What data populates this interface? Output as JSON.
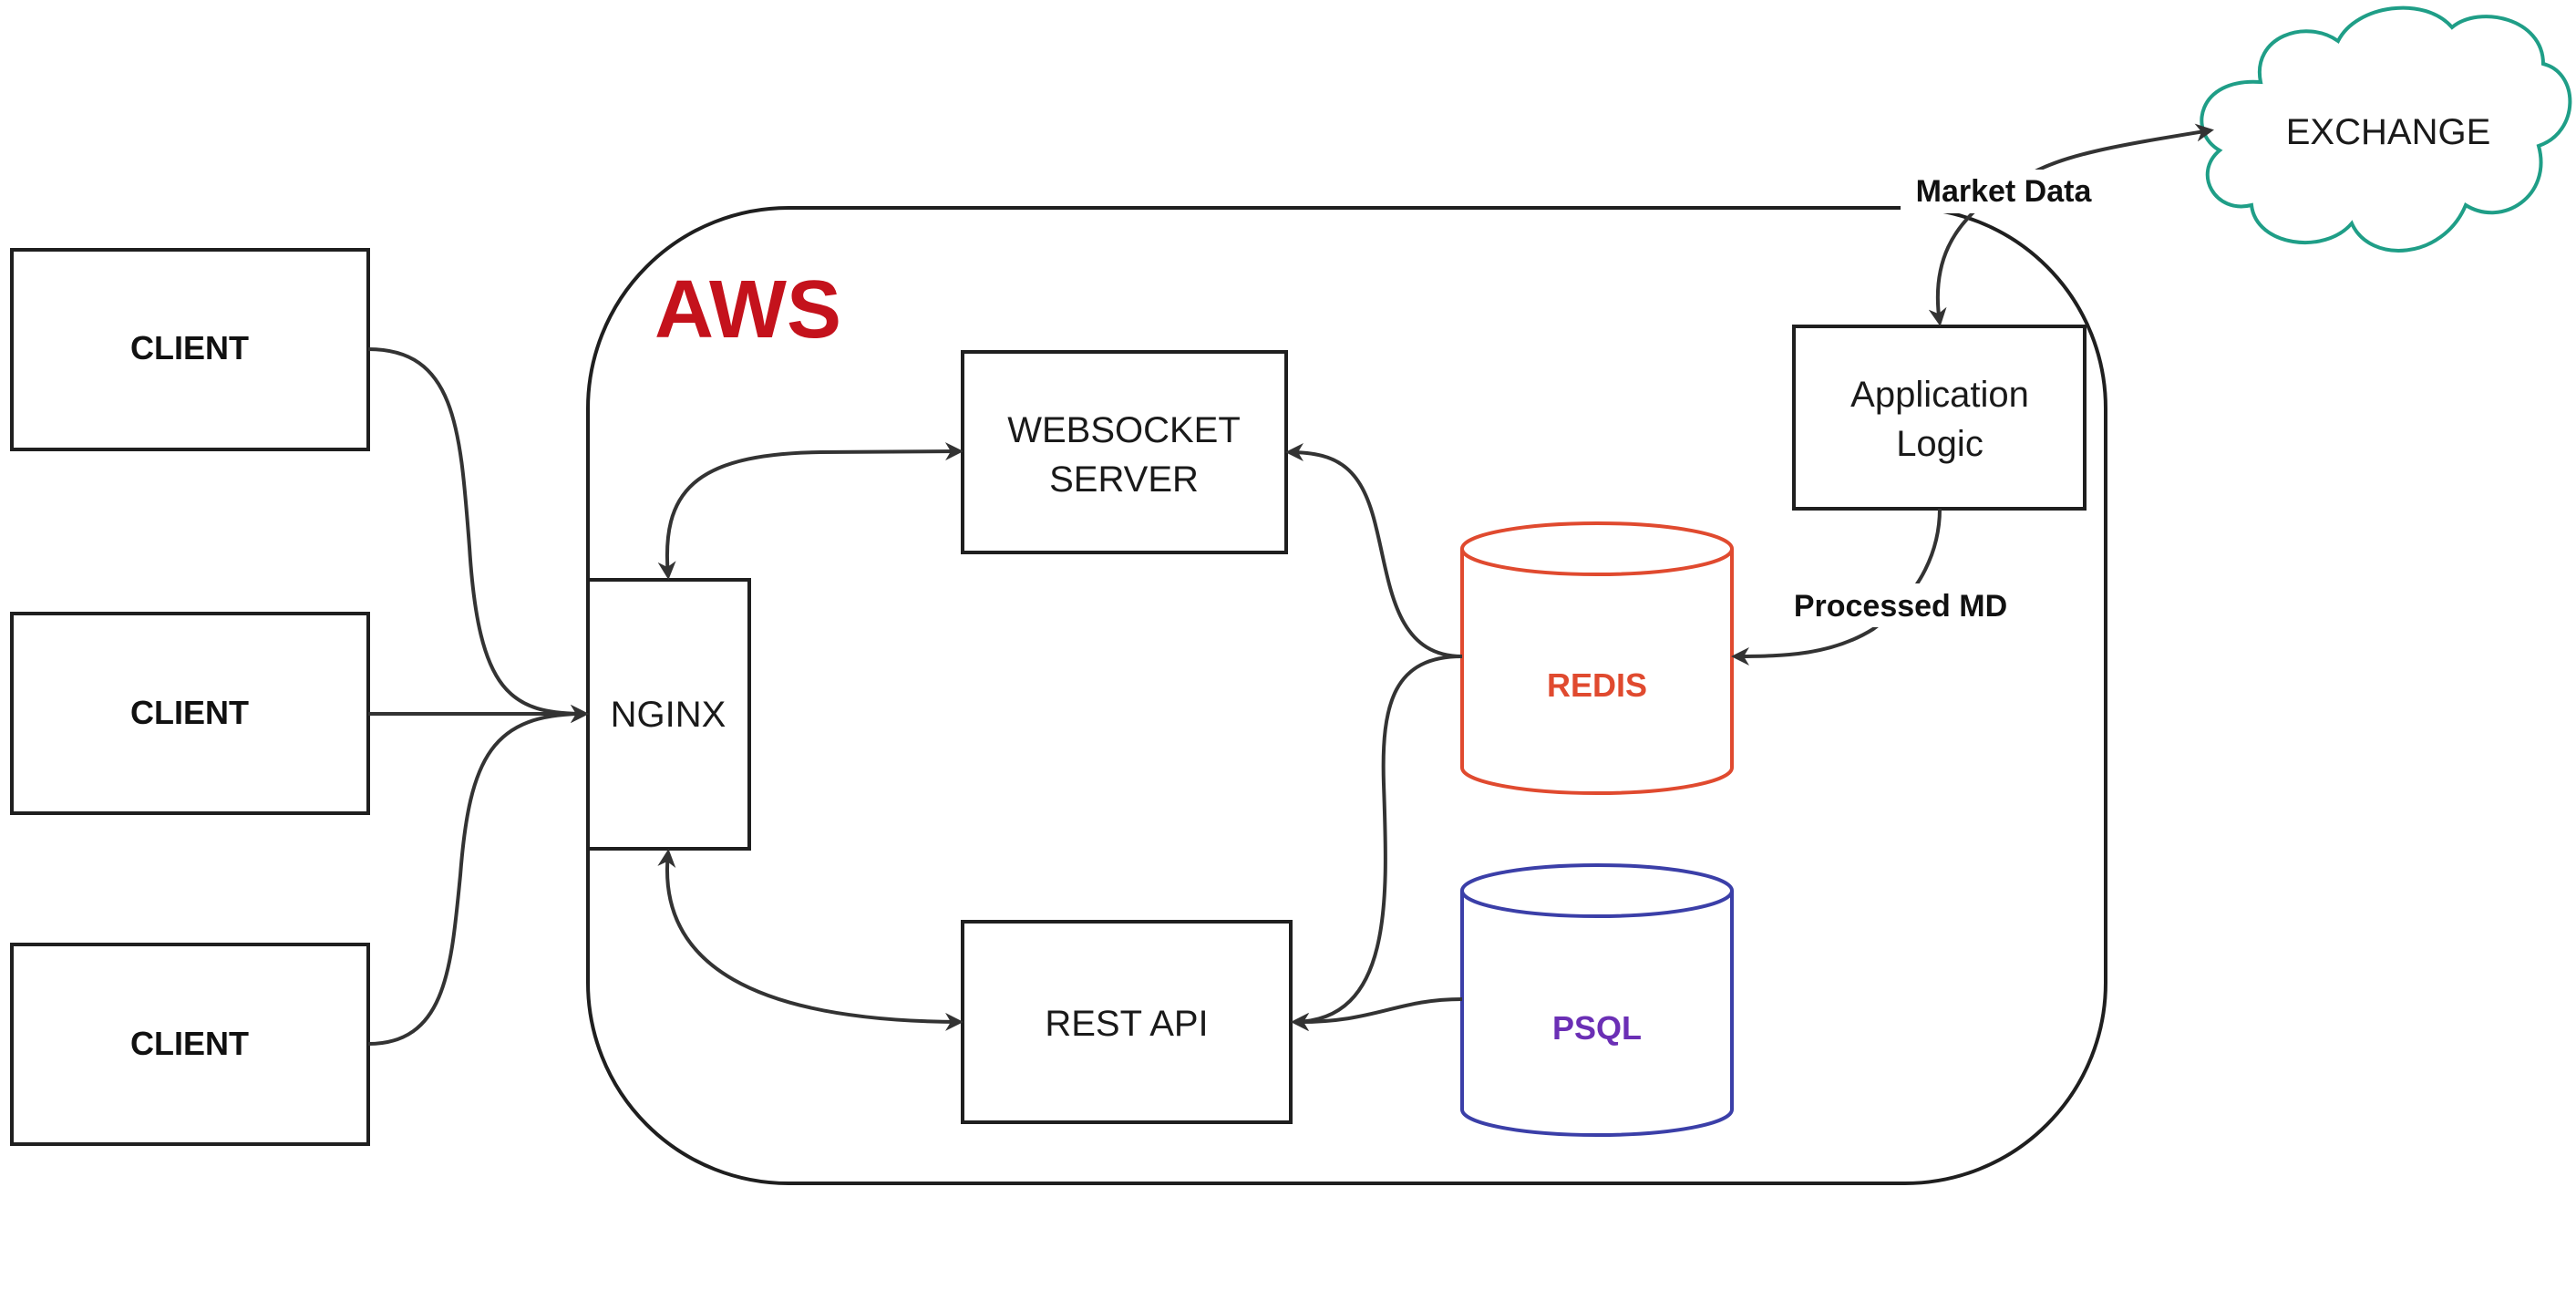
{
  "diagram": {
    "region": {
      "label": "AWS",
      "color": "#c4121c"
    },
    "clients": [
      "CLIENT",
      "CLIENT",
      "CLIENT"
    ],
    "nodes": {
      "nginx": "NGINX",
      "websocket_line1": "WEBSOCKET",
      "websocket_line2": "SERVER",
      "rest_api": "REST API",
      "app_logic_line1": "Application",
      "app_logic_line2": "Logic",
      "exchange": "EXCHANGE"
    },
    "databases": {
      "redis": {
        "label": "REDIS",
        "color": "#e04a2f"
      },
      "psql": {
        "label": "PSQL",
        "color": "#3b3fa8",
        "text_color": "#6b2fb5"
      }
    },
    "exchange_color": "#1f9e87",
    "edge_labels": {
      "market_data": "Market Data",
      "processed_md": "Processed MD"
    }
  }
}
